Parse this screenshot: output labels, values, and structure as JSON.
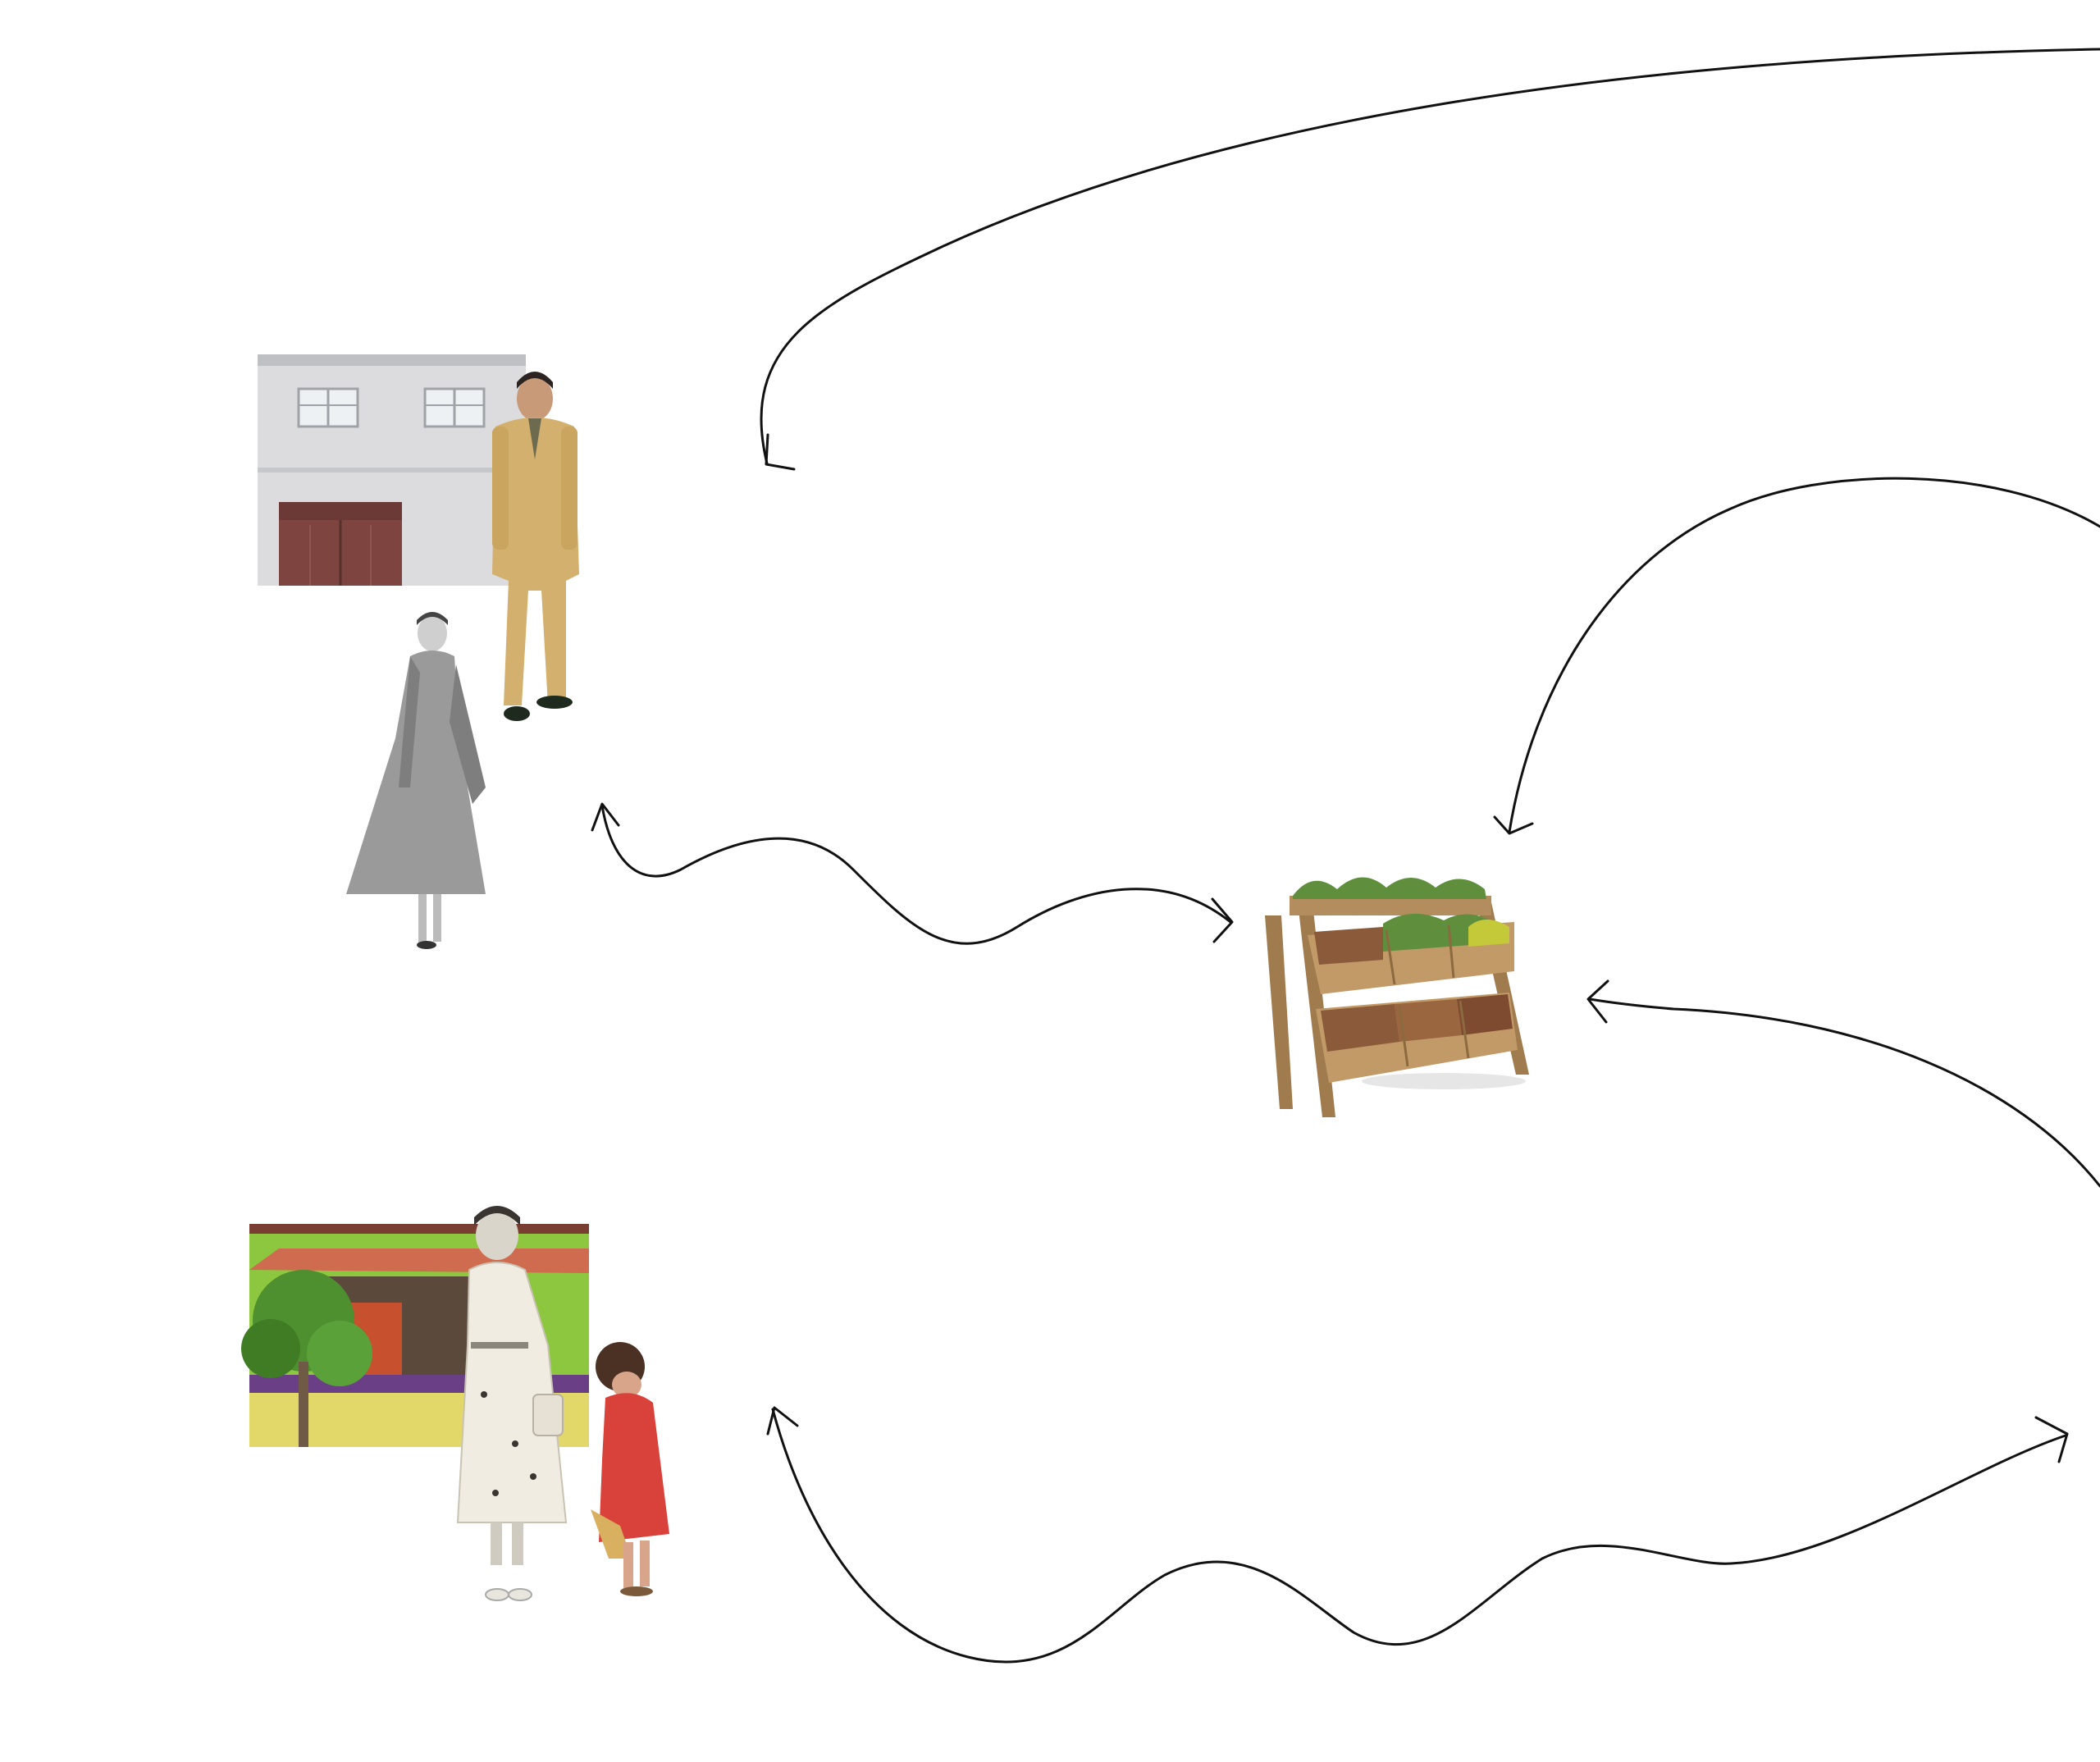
{
  "diagram": {
    "nodes": [
      {
        "id": "household-a",
        "depicts": [
          "two-storey-house",
          "man-in-tan-suit",
          "woman-in-grey-coat"
        ]
      },
      {
        "id": "market-stall",
        "depicts": [
          "produce-stand",
          "vegetable-crates"
        ]
      },
      {
        "id": "household-b",
        "depicts": [
          "house-with-tile-roof",
          "woman-in-white-coat",
          "girl-in-red-dress"
        ]
      }
    ],
    "arrows": [
      {
        "from": "off-canvas-right",
        "to": "household-a",
        "heads": 1
      },
      {
        "from": "off-canvas-right",
        "to": "market-stall",
        "heads": 1
      },
      {
        "from": "household-a",
        "to": "market-stall",
        "heads": 2
      },
      {
        "from": "off-canvas-right",
        "to": "market-stall",
        "heads": 1
      },
      {
        "from": "household-b",
        "to": "off-canvas-right",
        "heads": 2
      }
    ]
  },
  "colors": {
    "background": "#ffffff",
    "ink": "#111111",
    "house_a_wall": "#dcdcde",
    "house_a_door": "#7e4540",
    "suit": "#d3b06d",
    "grey_coat": "#9a9a9a",
    "crate_wood": "#b48d5e",
    "greens": "#5f8e3c",
    "potatoes": "#8a5a3a",
    "roof_tile": "#cf6b4e",
    "foliage": "#4e8f2f",
    "bright_green_wall": "#8dc63f",
    "white_coat": "#f0ece2",
    "red_dress": "#d9423a"
  }
}
